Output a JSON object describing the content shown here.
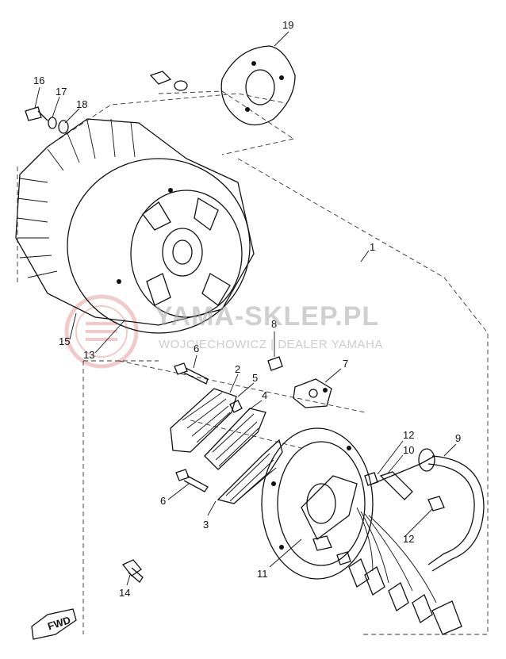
{
  "watermark": {
    "title": "YAMA-SKLEP.PL",
    "subtitle": "WOJCIECHOWICZ | DEALER YAMAHA",
    "logo_icon": "yamaha-tuning-fork-logo",
    "logo_color": "#e8a0a0"
  },
  "fwd_marker": {
    "label": "FWD"
  },
  "callouts": [
    {
      "id": "c1",
      "label": "1"
    },
    {
      "id": "c2",
      "label": "2"
    },
    {
      "id": "c3",
      "label": "3"
    },
    {
      "id": "c4",
      "label": "4"
    },
    {
      "id": "c5",
      "label": "5"
    },
    {
      "id": "c6a",
      "label": "6"
    },
    {
      "id": "c6b",
      "label": "6"
    },
    {
      "id": "c7",
      "label": "7"
    },
    {
      "id": "c8",
      "label": "8"
    },
    {
      "id": "c9",
      "label": "9"
    },
    {
      "id": "c10",
      "label": "10"
    },
    {
      "id": "c11",
      "label": "11"
    },
    {
      "id": "c12a",
      "label": "12"
    },
    {
      "id": "c12b",
      "label": "12"
    },
    {
      "id": "c13",
      "label": "13"
    },
    {
      "id": "c14",
      "label": "14"
    },
    {
      "id": "c15",
      "label": "15"
    },
    {
      "id": "c16",
      "label": "16"
    },
    {
      "id": "c17",
      "label": "17"
    },
    {
      "id": "c18",
      "label": "18"
    },
    {
      "id": "c19",
      "label": "19"
    }
  ]
}
